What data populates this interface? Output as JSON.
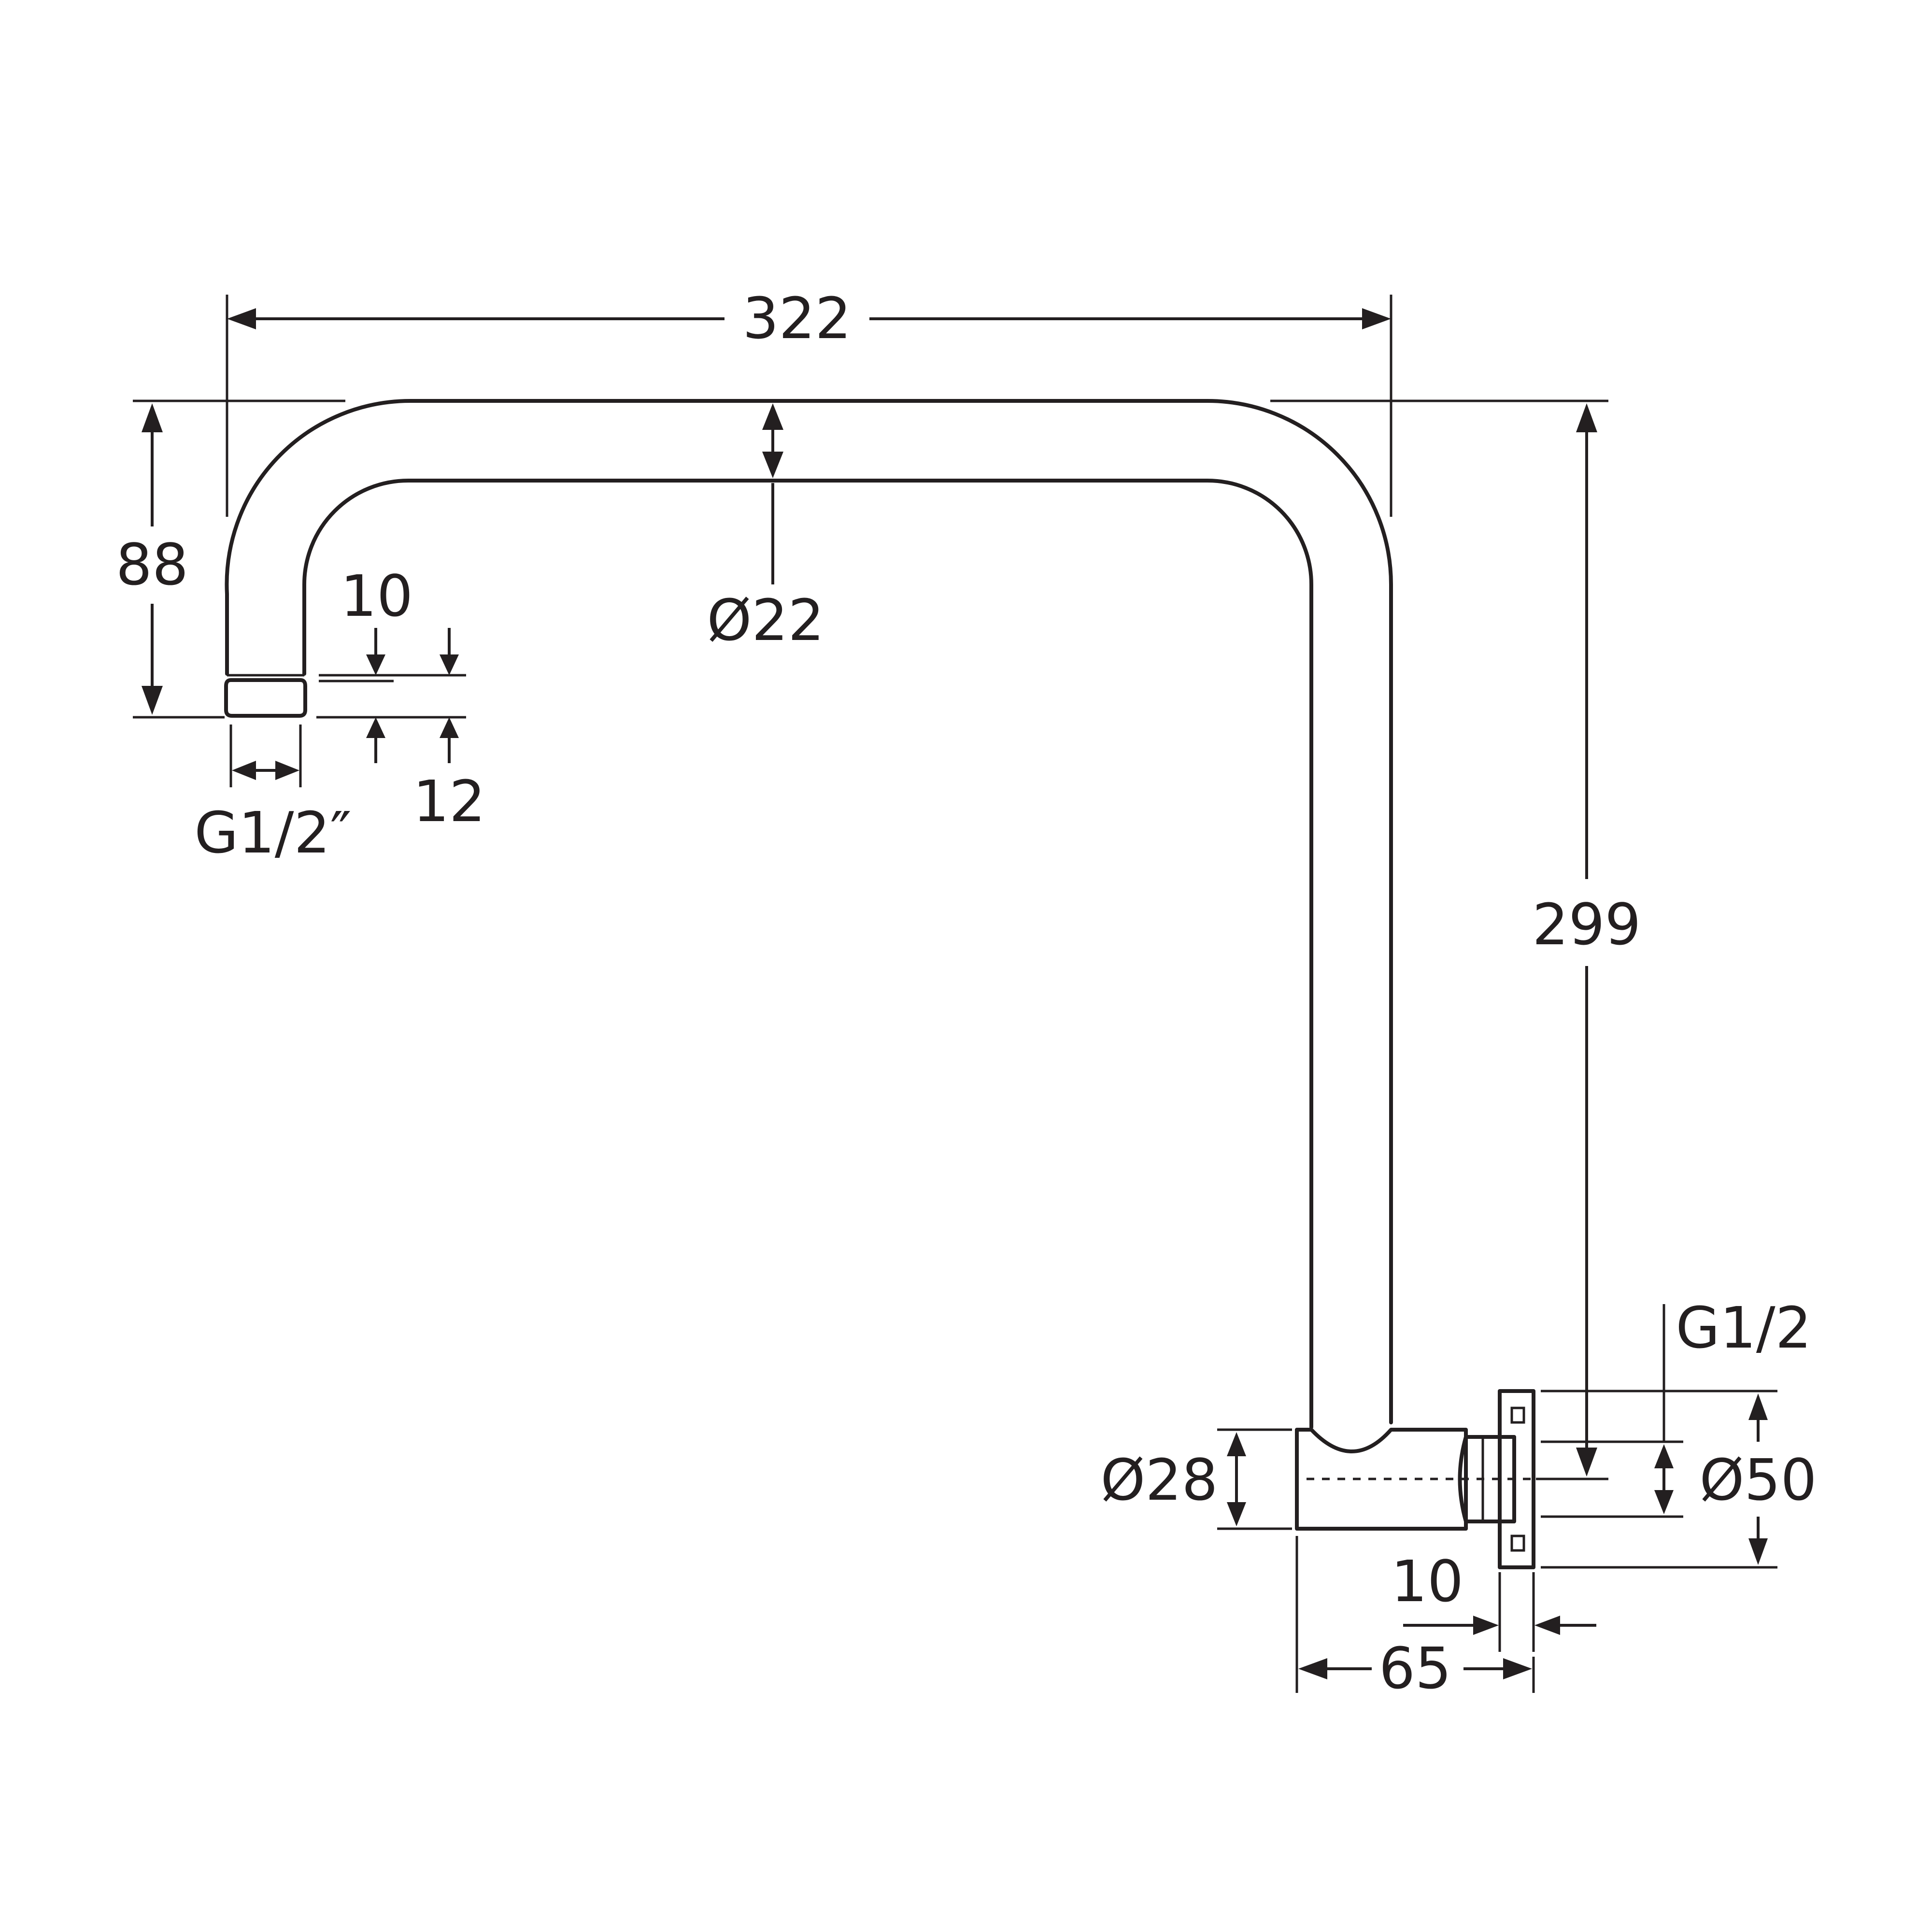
{
  "diagram": {
    "labels": {
      "overall_width": "322",
      "left_height": "88",
      "pipe_diameter": "Ø22",
      "nut_10": "10",
      "nut_12": "12",
      "outlet_thread": "G1/2″",
      "total_height": "299",
      "inlet_thread": "G1/2",
      "flange_diameter": "Ø50",
      "body_diameter": "Ø28",
      "flange_thickness": "10",
      "base_depth": "65"
    },
    "colors": {
      "line": "#231f20",
      "background": "#ffffff"
    }
  }
}
